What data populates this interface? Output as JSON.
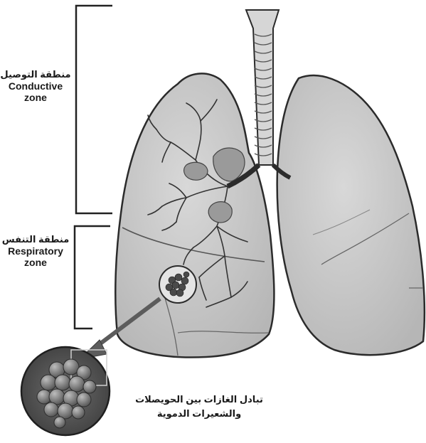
{
  "labels": {
    "conductive": {
      "arabic": "منطقة التوصيل",
      "english_1": "Conductive",
      "english_2": "zone"
    },
    "respiratory": {
      "arabic": "منطقة التنفس",
      "english_1": "Respiratory",
      "english_2": "zone"
    },
    "caption": {
      "line_1": "تبادل الغازات بين الحويصلات",
      "line_2": "والشعيرات الدموية"
    }
  },
  "colors": {
    "lung_fill": "#c9c9c9",
    "lung_stroke": "#2b2b2b",
    "airway": "#3a3a3a",
    "bracket": "#222222",
    "alveoli": "#7a7a7a",
    "alveoli_dark": "#3c3c3c",
    "arrow": "#5c5c5c"
  }
}
